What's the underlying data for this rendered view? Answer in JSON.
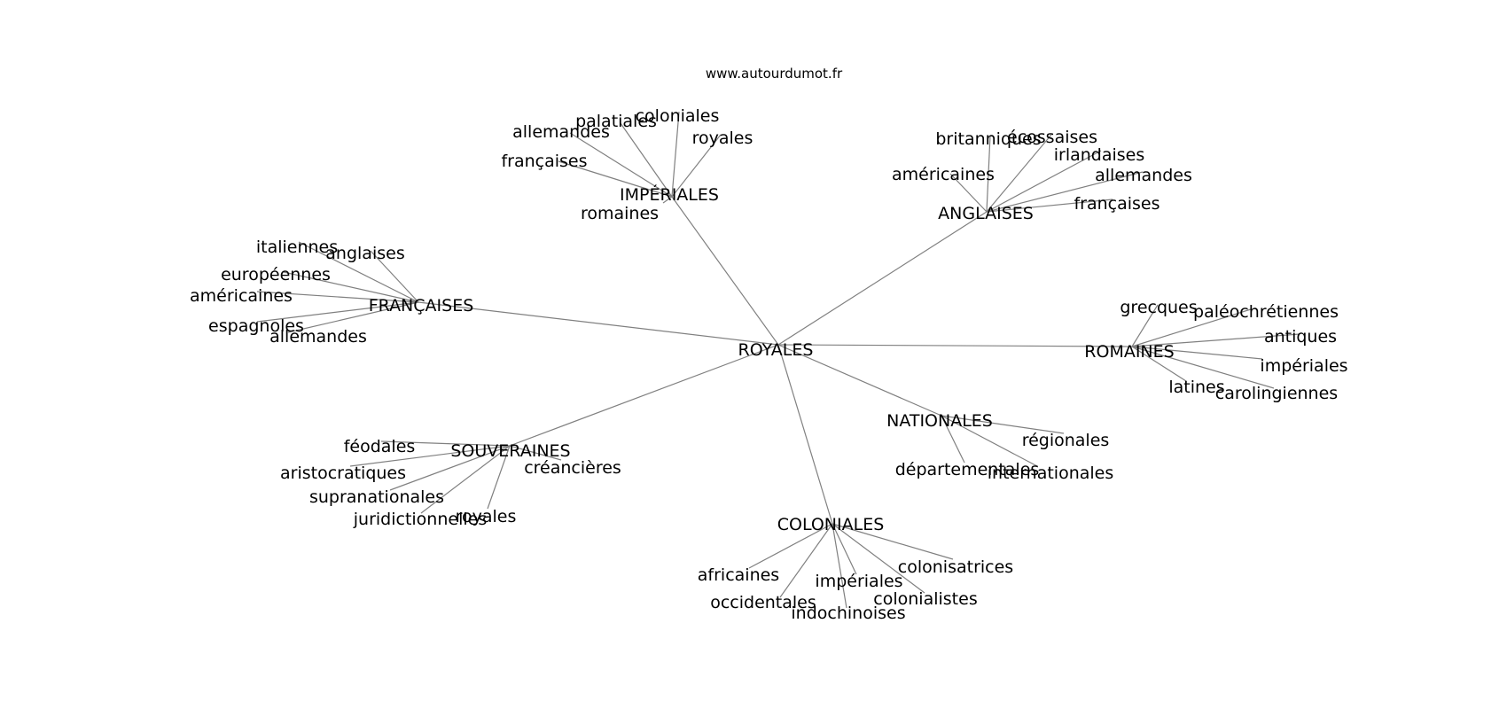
{
  "source_label": "www.autourdumot.fr",
  "diagram": {
    "center": "ROYALES",
    "clusters": [
      {
        "id": "imperiales",
        "label": "IMPÉRIALES",
        "leaves": [
          "palatiales",
          "coloniales",
          "allemandes",
          "royales",
          "françaises",
          "romaines"
        ]
      },
      {
        "id": "anglaises",
        "label": "ANGLAISES",
        "leaves": [
          "britanniques",
          "écossaises",
          "irlandaises",
          "américaines",
          "allemandes",
          "françaises"
        ]
      },
      {
        "id": "francaises",
        "label": "FRANÇAISES",
        "leaves": [
          "italiennes",
          "anglaises",
          "européennes",
          "américaines",
          "espagnoles",
          "allemandes"
        ]
      },
      {
        "id": "romaines",
        "label": "ROMAINES",
        "leaves": [
          "grecques",
          "paléochrétiennes",
          "antiques",
          "impériales",
          "latines",
          "carolingiennes"
        ]
      },
      {
        "id": "nationales",
        "label": "NATIONALES",
        "leaves": [
          "régionales",
          "départementales",
          "internationales"
        ]
      },
      {
        "id": "souveraines",
        "label": "SOUVERAINES",
        "leaves": [
          "féodales",
          "créancières",
          "aristocratiques",
          "supranationales",
          "juridictionnelles",
          "royales"
        ]
      },
      {
        "id": "coloniales",
        "label": "COLONIALES",
        "leaves": [
          "colonisatrices",
          "africaines",
          "impériales",
          "colonialistes",
          "occidentales",
          "indochinoises"
        ]
      }
    ]
  }
}
